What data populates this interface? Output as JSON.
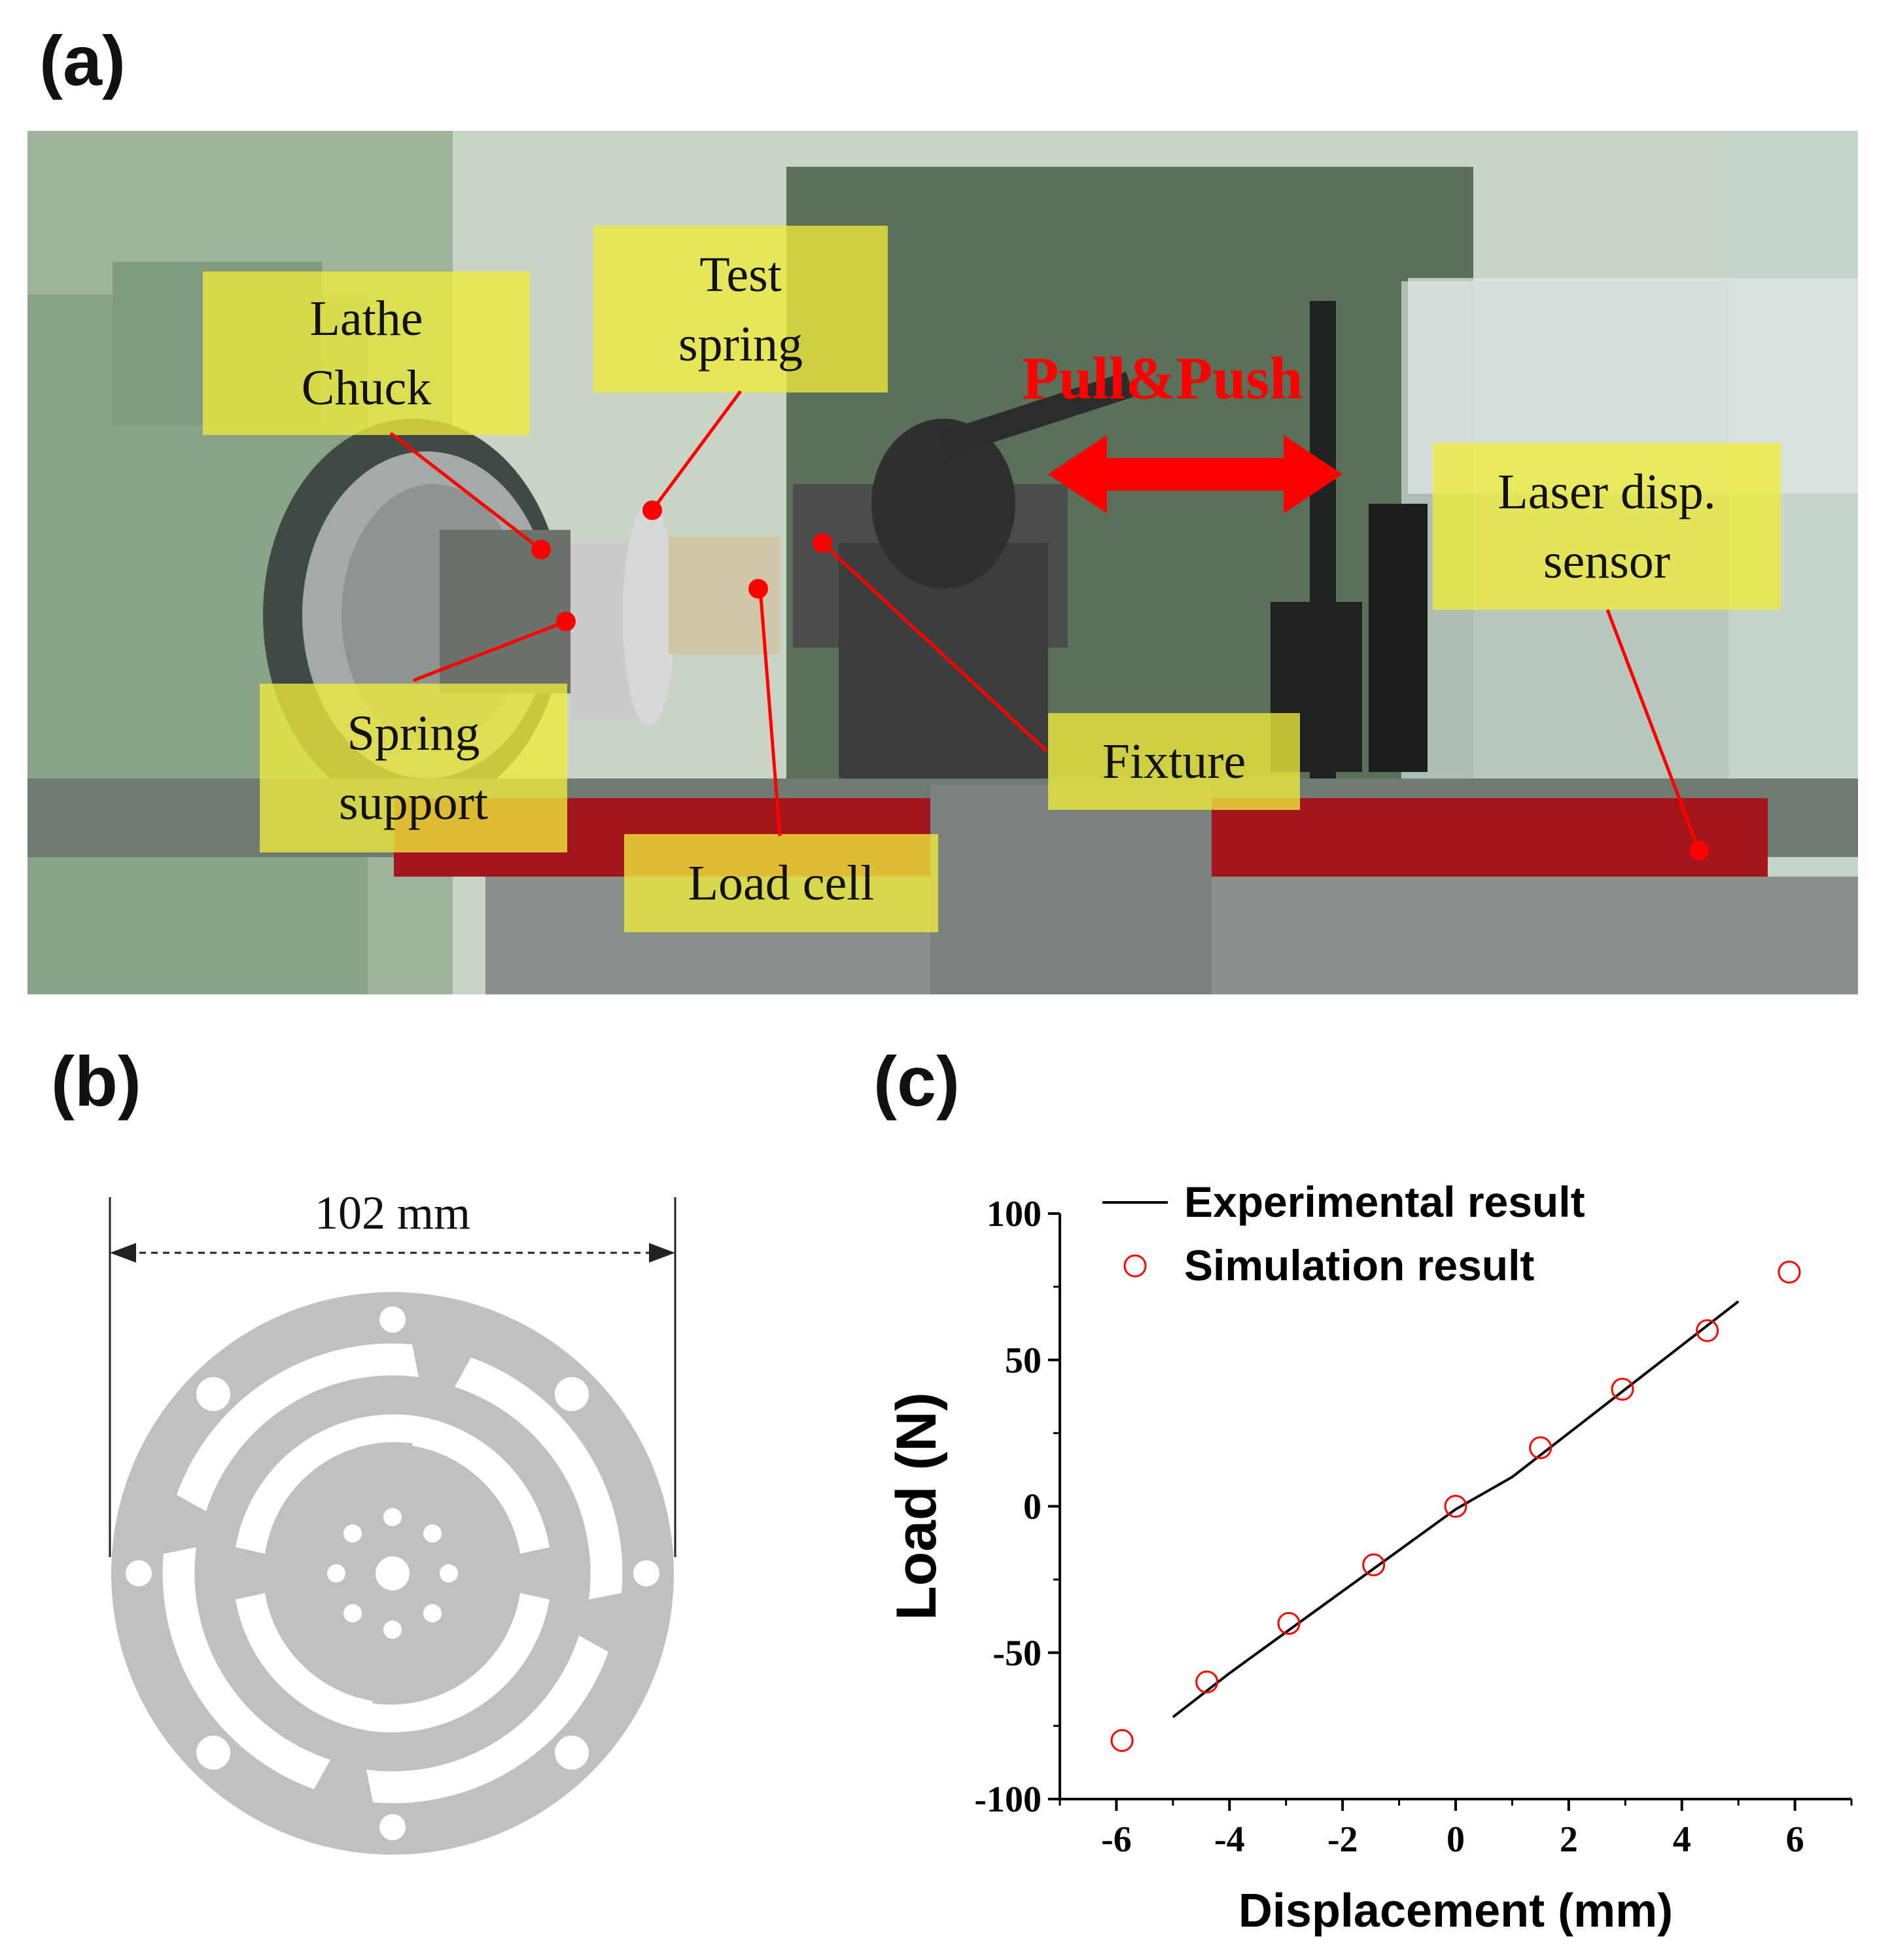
{
  "panels": {
    "a_label": "(a)",
    "b_label": "(b)",
    "c_label": "(c)"
  },
  "photo": {
    "callouts": {
      "lathe_chuck": "Lathe\nChuck",
      "test_spring": "Test\nspring",
      "spring_support": "Spring\nsupport",
      "load_cell": "Load cell",
      "fixture": "Fixture",
      "laser": "Laser disp.\nsensor"
    },
    "motion_label": "Pull&Push",
    "colors": {
      "annotation": "#ff0000",
      "callout_bg": "#eeec3c"
    }
  },
  "spring_drawing": {
    "dimension": "102 mm",
    "fill": "#c0c0c0"
  },
  "chart_data": {
    "type": "scatter",
    "xlabel": "Displacement (mm)",
    "ylabel": "Load (N)",
    "xlim": [
      -7,
      7
    ],
    "ylim": [
      -100,
      100
    ],
    "xticks": [
      -6,
      -4,
      -2,
      0,
      2,
      4,
      6
    ],
    "yticks": [
      -100,
      -50,
      0,
      50,
      100
    ],
    "legend_position": "top-left",
    "series": [
      {
        "name": "Experimental result",
        "kind": "line",
        "color": "#000000",
        "x": [
          -5.0,
          -4.0,
          -3.0,
          -2.0,
          -1.0,
          0.0,
          1.0,
          2.0,
          3.0,
          4.0,
          5.0
        ],
        "y": [
          -72,
          -57,
          -43,
          -29,
          -15,
          -1,
          10,
          25,
          40,
          55,
          70
        ]
      },
      {
        "name": "Simulation result",
        "kind": "marker",
        "marker": "open-circle",
        "color": "#ff0000",
        "x": [
          -5.9,
          -4.4,
          -2.95,
          -1.45,
          0.0,
          1.5,
          2.95,
          4.45,
          5.9
        ],
        "y": [
          -80,
          -60,
          -40,
          -20,
          0,
          20,
          40,
          60,
          80
        ]
      }
    ]
  }
}
